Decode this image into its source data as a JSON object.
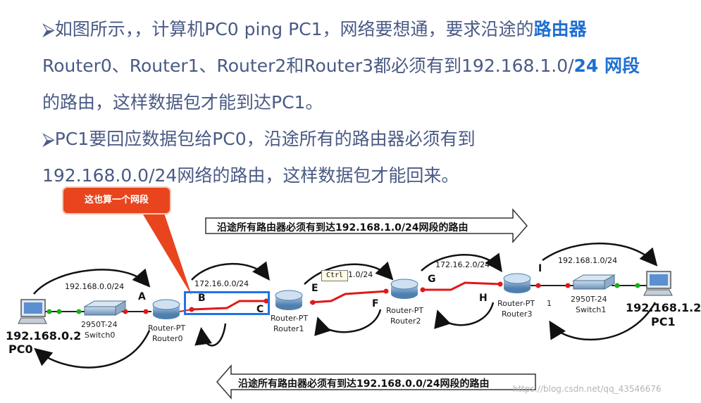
{
  "text": {
    "line1_prefix": "⮚如图所示，，计算机PC0 ping PC1，网络要想通，要求沿途的",
    "line1_highlight": "路由器",
    "line2_prefix": "Router0、Router1、Router2和Router3都必须有到192.168.1.0/",
    "line2_highlight": "24 网段",
    "line3": "的路由，这样数据包才能到达PC1。",
    "line4": "⮚PC1要回应数据包给PC0，沿途所有的路由器必须有到",
    "line5": "192.168.0.0/24网络的路由，这样数据包才能回来。"
  },
  "callout": "这也算一个网段",
  "arrows": {
    "top": "沿途所有路由器必须有到达192.168.1.0/24网段的路由",
    "bottom": "沿途所有路由器必须有到达192.168.0.0/24网段的路由"
  },
  "devices": {
    "pc0": {
      "ip": "192.168.0.2",
      "name": "PC0"
    },
    "pc1": {
      "ip": "192.168.1.2",
      "name": "PC1"
    },
    "switch0": {
      "model": "2950T-24",
      "name": "Switch0"
    },
    "switch1": {
      "model": "2950T-24",
      "name": "Switch1"
    },
    "router0": {
      "type": "Router-PT",
      "name": "Router0"
    },
    "router1": {
      "type": "Router-PT",
      "name": "Router1"
    },
    "router2": {
      "type": "Router-PT",
      "name": "Router2"
    },
    "router3": {
      "type": "Router-PT",
      "name": "Router3",
      "suffix": "1"
    }
  },
  "networks": {
    "n0": "192.168.0.0/24",
    "n1": "172.16.0.0/24",
    "n2": "1.0/24",
    "n3": "172.16.2.0/24",
    "n4": "192.168.1.0/24"
  },
  "ports": {
    "A": "A",
    "B": "B",
    "C": "C",
    "E": "E",
    "F": "F",
    "G": "G",
    "H": "H",
    "I": "I"
  },
  "ctrl_tooltip": "Ctrl",
  "watermark": "https://blog.csdn.net/qq_43546676",
  "colors": {
    "text": "#4a5a85",
    "highlight": "#1f6fd1",
    "callout": "#e8451e",
    "link": "#e01818",
    "box": "#1e73e8"
  }
}
